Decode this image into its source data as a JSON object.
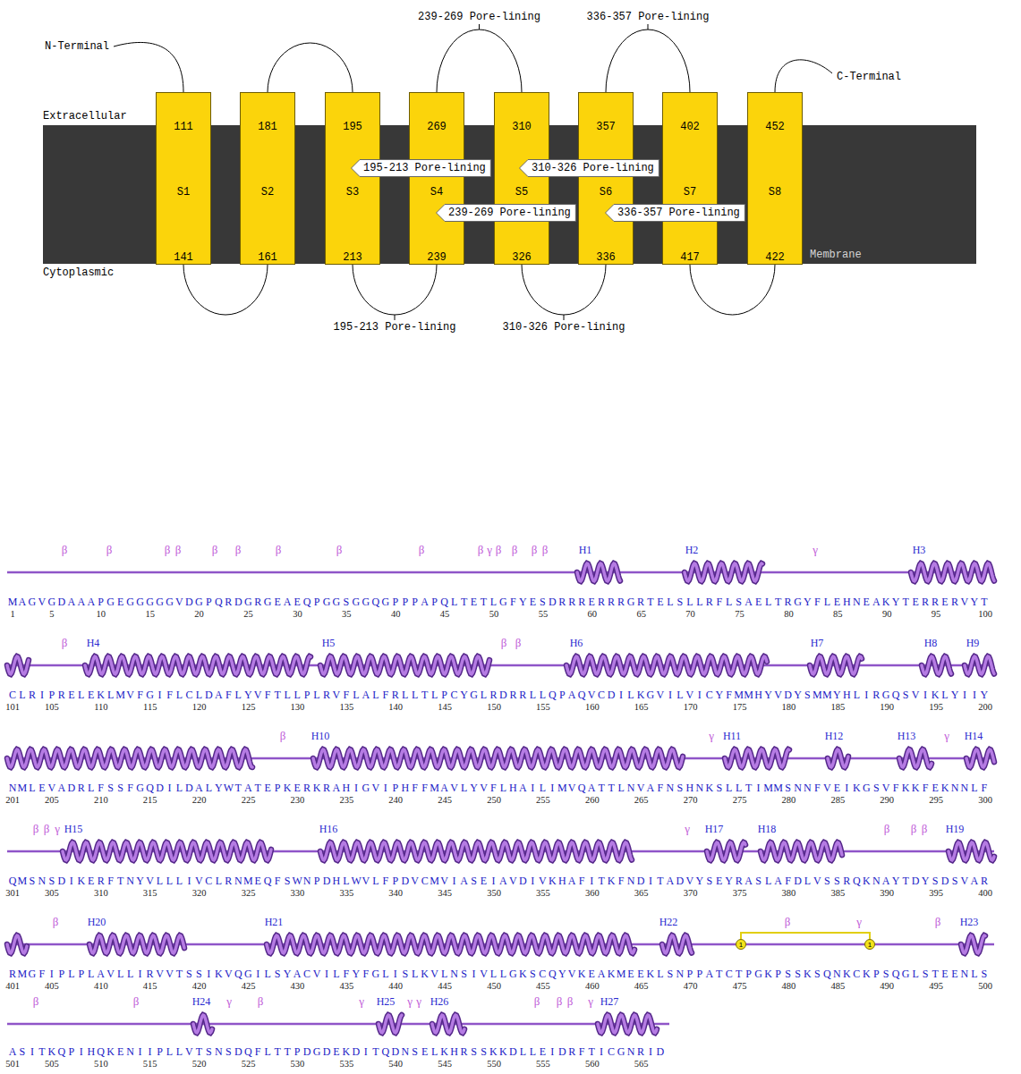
{
  "diagram": {
    "nodes": [
      {
        "text": [
          "Membrane"
        ]
      },
      {
        "text": [
          "111",
          "S1",
          "141"
        ]
      },
      {
        "text": [
          "181",
          "S2",
          "161"
        ]
      },
      {
        "text": [
          "195",
          "S3",
          "213"
        ]
      },
      {
        "text": [
          "269",
          "S4",
          "239"
        ]
      },
      {
        "text": [
          "310",
          "S5",
          "326"
        ]
      },
      {
        "text": [
          "357",
          "S6",
          "336"
        ]
      },
      {
        "text": [
          "402",
          "S7",
          "417"
        ]
      },
      {
        "text": [
          "452",
          "S8",
          "422"
        ]
      }
    ],
    "edges": [
      {
        "from": 1,
        "to": 2,
        "arrow": "none"
      },
      {
        "from": 2,
        "to": 3,
        "arrow": "none"
      },
      {
        "from": 3,
        "to": 4,
        "label": "195-213 Pore-lining",
        "arrow": "none"
      },
      {
        "from": 4,
        "to": 5,
        "label": "239-269 Pore-lining",
        "arrow": "none"
      },
      {
        "from": 5,
        "to": 6,
        "label": "310-326 Pore-lining",
        "arrow": "none"
      },
      {
        "from": 6,
        "to": 7,
        "label": "336-357 Pore-lining",
        "arrow": "none"
      },
      {
        "from": 7,
        "to": 8,
        "arrow": "none"
      }
    ],
    "labels": [
      "Extracellular",
      "Cytoplasmic",
      "N-Terminal",
      "C-Terminal",
      "195-213 Pore-lining",
      "310-326 Pore-lining",
      "239-269 Pore-lining",
      "336-357 Pore-lining",
      "β",
      "β",
      "β",
      "β",
      "β",
      "β",
      "β",
      "β",
      "β",
      "β",
      "γ",
      "β",
      "β",
      "β",
      "β",
      "H1",
      "H2",
      "γ",
      "H3",
      "MAGVGDAAAPGEGGGGGVDGPQRDGRGEAEQPGGSGGQGPPPAPQLTETLGFYESDRRRERRRGRTELSLLRFLSAELTRGYFLEHNEAKYTERRERVYT",
      "1",
      "5",
      "10",
      "15",
      "20",
      "25",
      "30",
      "35",
      "40",
      "45",
      "50",
      "55",
      "60",
      "65",
      "70",
      "75",
      "80",
      "85",
      "90",
      "95",
      "100",
      "β",
      "H4",
      "H5",
      "β",
      "β",
      "H6",
      "H7",
      "H8",
      "H9",
      "CLRIPRELEKLMVFGIFLCLDAFLYVFTLLPLRVFLALFRLLTLPCYGLRDRRLLQPAQVCDILKGVILVICYFMMHYVDYSMMYHLIRGQSVIKLYIIY",
      "101",
      "105",
      "110",
      "115",
      "120",
      "125",
      "130",
      "135",
      "140",
      "145",
      "150",
      "155",
      "160",
      "165",
      "170",
      "175",
      "180",
      "185",
      "190",
      "195",
      "200",
      "β",
      "H10",
      "γ",
      "H11",
      "H12",
      "H13",
      "γ",
      "H14",
      "NMLEVADRLFSSFGQDILDALYWTATEPKERKRAHIGVIPHFFMAVLYVFLHAILIMVQATTLNVAFNSHNKSLLTIMMSNNFVEIKGSVFKKFEKNNLF",
      "201",
      "205",
      "210",
      "215",
      "220",
      "225",
      "230",
      "235",
      "240",
      "245",
      "250",
      "255",
      "260",
      "265",
      "270",
      "275",
      "280",
      "285",
      "290",
      "295",
      "300",
      "β",
      "β",
      "γ",
      "H15",
      "H16",
      "γ",
      "H17",
      "H18",
      "β",
      "β",
      "β",
      "H19",
      "QMSNSDIKERFTNYVLLLIVCLRNMEQFSWNPDHLWVLFPDVCMVIASEIAVDIVKHAFITKFNDITADVYSEYRASLAFDLVSSRQKNAYTDYSDSVAR",
      "301",
      "305",
      "310",
      "315",
      "320",
      "325",
      "330",
      "335",
      "340",
      "345",
      "350",
      "355",
      "360",
      "365",
      "370",
      "375",
      "380",
      "385",
      "390",
      "395",
      "400",
      "β",
      "H20",
      "H21",
      "H22",
      "1",
      "β",
      "γ",
      "1",
      "β",
      "H23",
      "RMGFIPLPLAVLLIRVVTSSIKVQGILSYACVILFYFGLISLKVLNSIVLLGKSCQYVKEAKMEEKLSNPPATCTPGKPSSKSQNKCKPSQGLSTEENLS",
      "401",
      "405",
      "410",
      "415",
      "420",
      "425",
      "430",
      "435",
      "440",
      "445",
      "450",
      "455",
      "460",
      "465",
      "470",
      "475",
      "480",
      "485",
      "490",
      "495",
      "500",
      "β",
      "β",
      "H24",
      "γ",
      "β",
      "γ",
      "H25",
      "γ",
      "γ",
      "H26",
      "β",
      "β",
      "β",
      "γ",
      "H27",
      "ASITKQPIHQKENIIPLLVTSNSDQFLTTPDGDEKDITQDNSELKHRSSKKDLLEIDRFTICGNRID",
      "501",
      "505",
      "510",
      "515",
      "520",
      "525",
      "530",
      "535",
      "540",
      "545",
      "550",
      "555",
      "560",
      "565"
    ]
  }
}
